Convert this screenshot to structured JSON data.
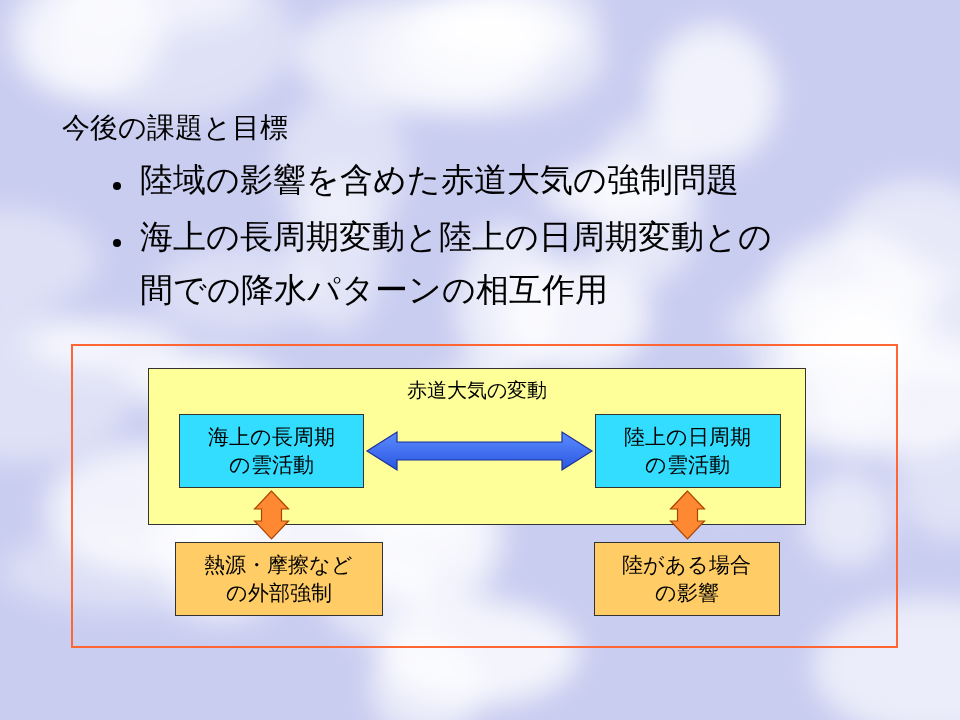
{
  "diagram": {
    "title": "今後の課題と目標",
    "nodes": [
      {
        "text": [
          "赤道大気の変動"
        ]
      },
      {
        "text": [
          "海上の長周期 の雲活動"
        ],
        "in": 0
      },
      {
        "text": [
          "陸上の日周期 の雲活動"
        ],
        "in": 0
      },
      {
        "text": [
          "熱源・摩擦など の外部強制"
        ]
      },
      {
        "text": [
          "陸がある場合 の影響"
        ]
      }
    ],
    "edges": [
      {
        "from": 1,
        "to": 2,
        "arrow": "both"
      },
      {
        "from": 1,
        "to": 3,
        "arrow": "both"
      },
      {
        "from": 2,
        "to": 4,
        "arrow": "both"
      }
    ],
    "labels": [
      "陸域の影響を含めた赤道大気の強制問題",
      "海上の長周期変動と陸上の日周期変動との 間での降水パターンの相互作用"
    ]
  }
}
